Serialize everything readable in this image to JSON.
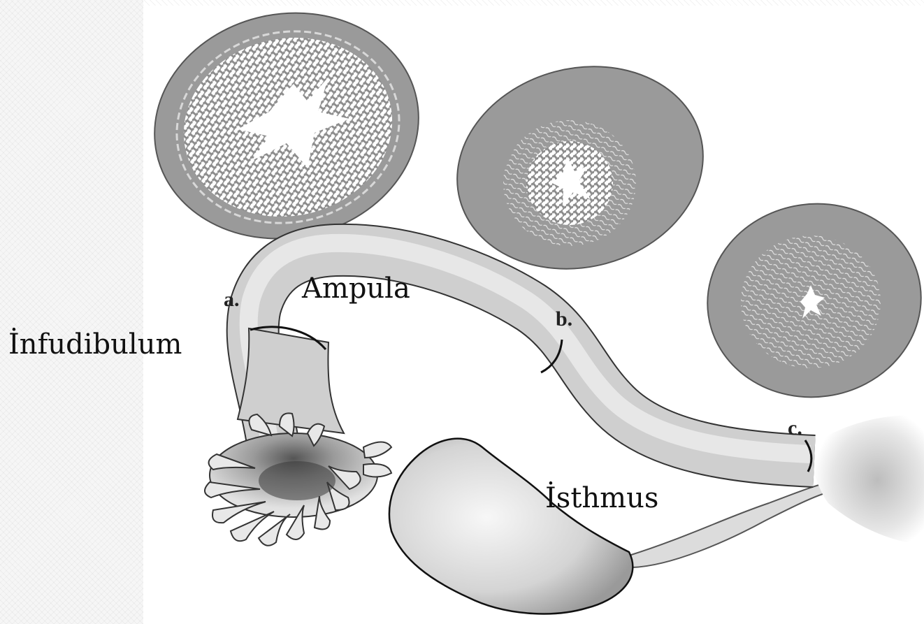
{
  "labels": {
    "infundibulum": "İnfudibulum",
    "ampulla": "Ampula",
    "isthmus": "İsthmus"
  },
  "markers": {
    "a": "a.",
    "b": "b.",
    "c": "c."
  },
  "colors": {
    "tissue": "#9a9a9a",
    "tissue_dark": "#7d7d7d",
    "lumen": "#ffffff",
    "tube_fill": "#cfcfcf",
    "outline": "#111111"
  }
}
